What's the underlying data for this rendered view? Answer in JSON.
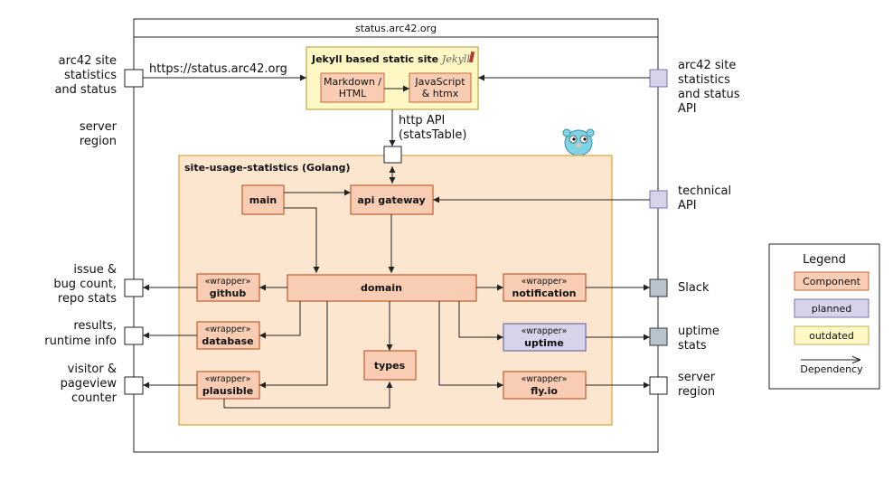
{
  "colors": {
    "component": "#f8cdb3",
    "component_border": "#c26a3c",
    "planned": "#d6d3ea",
    "planned_border": "#7b76a8",
    "outdated": "#fff7c4",
    "outdated_border": "#bfae55",
    "container": "#fde6cf",
    "container_border": "#e0aa42",
    "port_grey": "#b9c3cc"
  },
  "system": {
    "title": "status.arc42.org"
  },
  "static_site": {
    "title": "Jekyll based static site",
    "logo_text": "Jekyll",
    "markdown": [
      "Markdown /",
      "HTML"
    ],
    "javascript": [
      "JavaScript",
      "& htmx"
    ]
  },
  "golang": {
    "title": "site-usage-statistics (Golang)",
    "main": "main",
    "api_gateway": "api gateway",
    "domain": "domain",
    "types": "types",
    "stereotype": "«wrapper»",
    "github": "github",
    "database": "database",
    "plausible": "plausible",
    "notification": "notification",
    "uptime": "uptime",
    "flyio": "fly.io"
  },
  "edges": {
    "site_url": "https://status.arc42.org",
    "http_api": [
      "http API",
      "(statsTable)"
    ]
  },
  "external": {
    "left_stats": [
      "arc42 site",
      "statistics",
      "and status"
    ],
    "left_region": [
      "server",
      "region"
    ],
    "left_github": [
      "issue &",
      "bug count,",
      "repo stats"
    ],
    "left_database": [
      "results,",
      "runtime info"
    ],
    "left_plausible": [
      "visitor &",
      "pageview",
      "counter"
    ],
    "right_stats": [
      "arc42 site",
      "statistics",
      "and status",
      "API"
    ],
    "right_tech": [
      "technical",
      "API"
    ],
    "right_slack": [
      "Slack"
    ],
    "right_uptime": [
      "uptime",
      "stats"
    ],
    "right_region": [
      "server",
      "region"
    ]
  },
  "legend": {
    "title": "Legend",
    "component": "Component",
    "planned": "planned",
    "outdated": "outdated",
    "dependency": "Dependency"
  }
}
